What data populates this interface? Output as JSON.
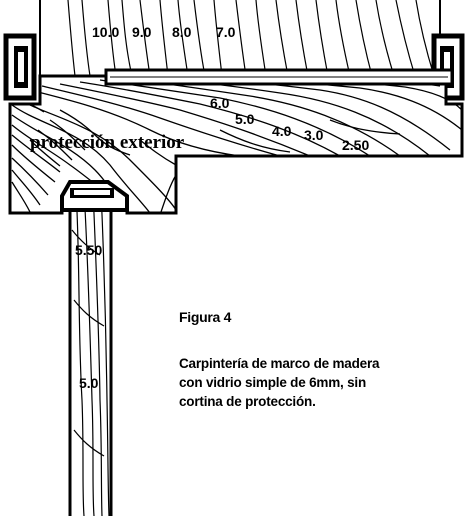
{
  "figure": {
    "title": "Figura 4",
    "description_lines": [
      "Carpintería de marco de madera",
      "con vidrio simple de 6mm, sin",
      "cortina de protección."
    ]
  },
  "labels": {
    "protection": "protección exterior",
    "isotherms": [
      "10.0",
      "9.0",
      "8.0",
      "7.0",
      "6.0",
      "5.0",
      "4.0",
      "3.0",
      "2.50",
      "5.50",
      "5.0"
    ]
  }
}
